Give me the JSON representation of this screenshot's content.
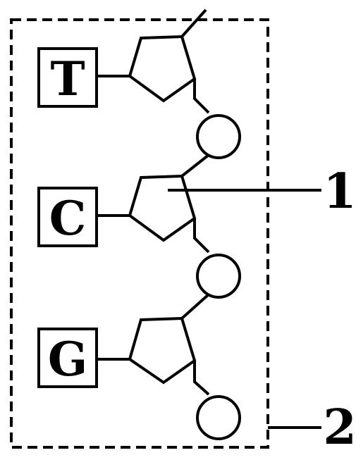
{
  "diagram": {
    "bases": [
      {
        "letter": "T"
      },
      {
        "letter": "C"
      },
      {
        "letter": "G"
      }
    ],
    "callouts": [
      {
        "label": "1"
      },
      {
        "label": "2"
      }
    ],
    "line_color": "#000000",
    "background": "#ffffff"
  }
}
